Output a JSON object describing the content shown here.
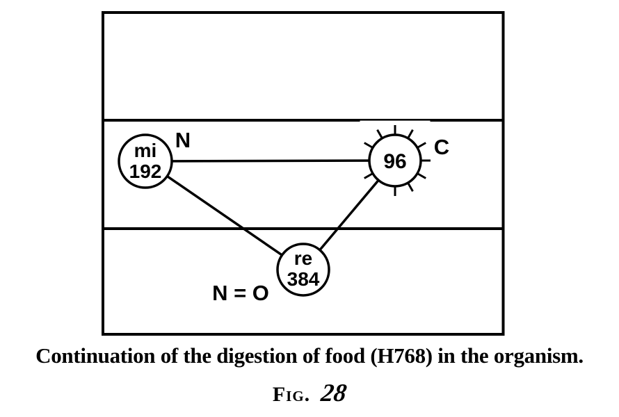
{
  "figure": {
    "nodes": {
      "mi": {
        "label": "mi",
        "value": "192"
      },
      "c": {
        "value": "96"
      },
      "re": {
        "label": "re",
        "value": "384"
      }
    },
    "labels": {
      "n": "N",
      "c": "C",
      "n_o": "N = O"
    },
    "caption": "Continuation of the digestion of food (H768) in the organism.",
    "fig_label": "Fig.",
    "fig_number": "28"
  },
  "colors": {
    "ink": "#000000",
    "background": "#ffffff"
  }
}
